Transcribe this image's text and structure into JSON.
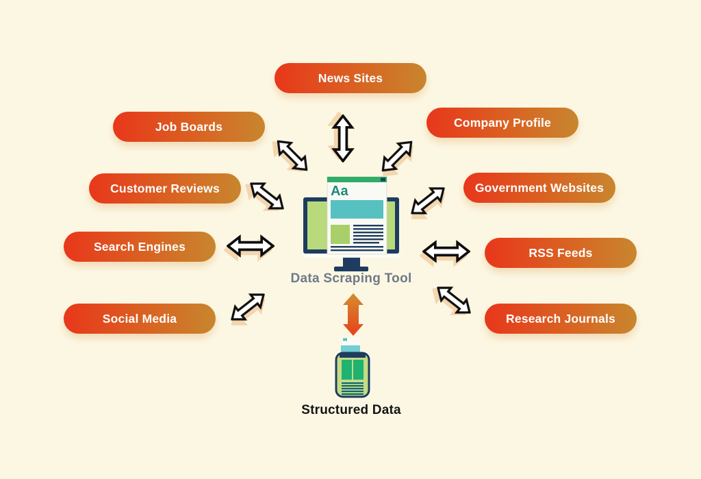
{
  "title": "Data Scraping Tool sources diagram",
  "colors": {
    "background": "#fcf7e3",
    "pill_gradient_start": "#e8371b",
    "pill_gradient_end": "#c8862e",
    "pill_text": "#ffffff",
    "arrow_fill": "#ffffff",
    "arrow_outline": "#0e0e0e",
    "arrow_shadow": "#f3d6ae",
    "navy": "#1e3c5f",
    "screen_green": "#b9d97d",
    "titlebar_green": "#2fad66",
    "teal": "#57c1c1",
    "emerald": "#1fb271",
    "orange_arrow_top": "#d38d2e",
    "orange_arrow_bottom": "#e8411c",
    "center_label_color": "#6e7a88",
    "bottom_label_color": "#141414"
  },
  "sources": [
    {
      "id": "news-sites",
      "label": "News Sites"
    },
    {
      "id": "job-boards",
      "label": "Job Boards"
    },
    {
      "id": "company-profile",
      "label": "Company Profile"
    },
    {
      "id": "customer-reviews",
      "label": "Customer Reviews"
    },
    {
      "id": "government-websites",
      "label": "Government Websites"
    },
    {
      "id": "search-engines",
      "label": "Search Engines"
    },
    {
      "id": "rss-feeds",
      "label": "RSS Feeds"
    },
    {
      "id": "social-media",
      "label": "Social Media"
    },
    {
      "id": "research-journals",
      "label": "Research Journals"
    }
  ],
  "center_tool": {
    "label": "Data Scraping Tool",
    "browser_sample_text": "Aa"
  },
  "output": {
    "label": "Structured Data"
  },
  "icons": {
    "double-arrow-icon": "white double-headed arrow with black outline",
    "monitor-icon": "computer monitor displaying a webpage",
    "up-down-arrow-icon": "orange vertical double-headed arrow",
    "database-jar-icon": "jar collecting structured data"
  }
}
